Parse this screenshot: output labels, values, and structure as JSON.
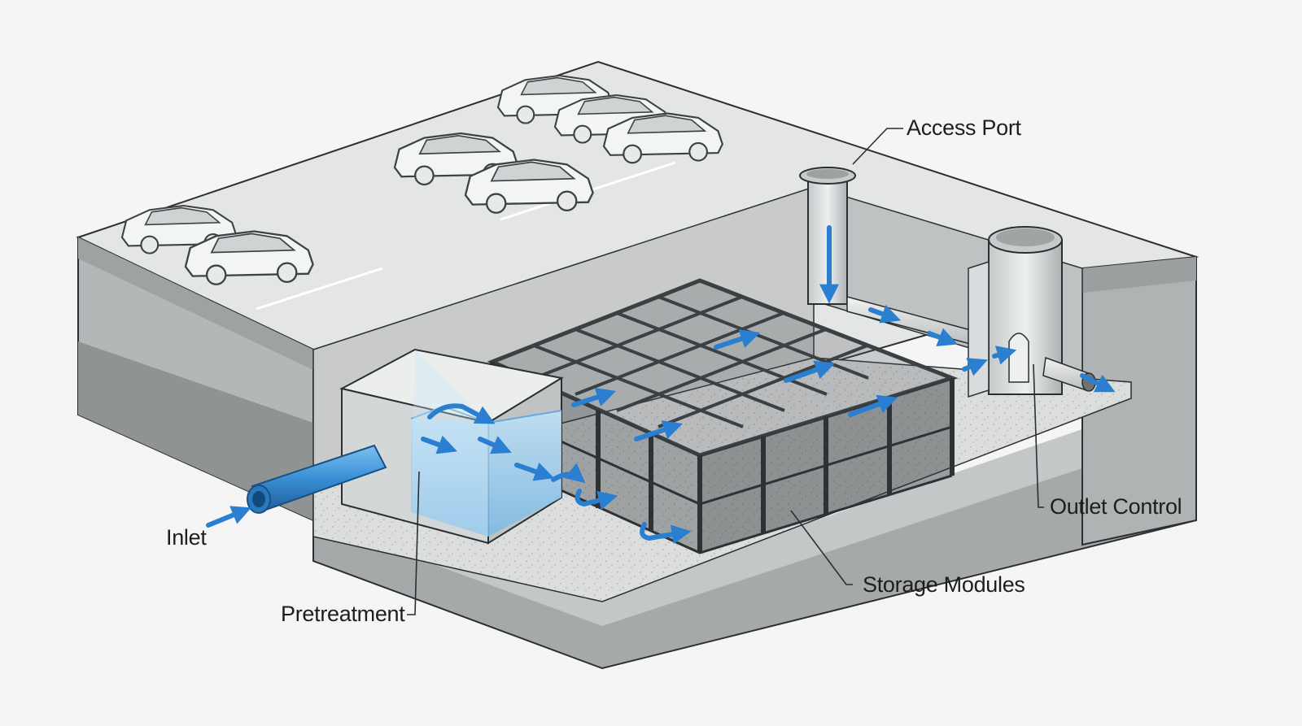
{
  "labels": {
    "inlet": "Inlet",
    "pretreatment": "Pretreatment",
    "storage_modules": "Storage Modules",
    "outlet_control": "Outlet Control",
    "access_port": "Access Port"
  },
  "colors": {
    "background": "#f4f5f4",
    "pavement": "#e4e6e6",
    "soil_light": "#c9cbcb",
    "soil_mid": "#a9acad",
    "soil_dark": "#8c9091",
    "gravel": "#d9dbdb",
    "water": "#9fd0ee",
    "pipe_blue": "#3a8fd6",
    "flow_arrow": "#2a7fd0",
    "module_frame": "#3b4043",
    "outline": "#2b2f31"
  },
  "icons": {
    "inlet_pipe": "inlet-pipe-icon",
    "car": "car-icon",
    "flow_arrow": "flow-arrow-icon",
    "manhole": "manhole-icon"
  }
}
